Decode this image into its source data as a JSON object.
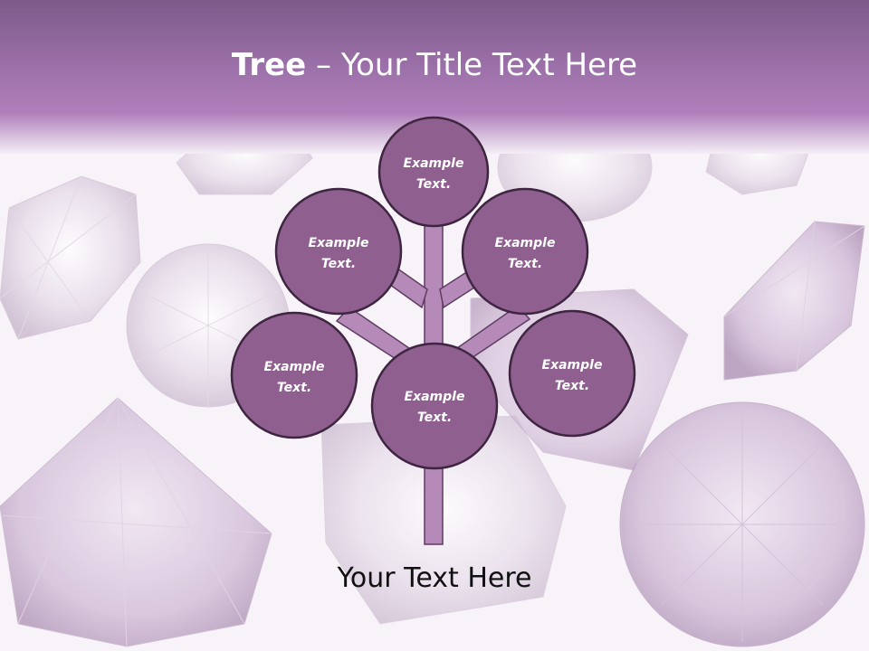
{
  "slide": {
    "title_bold": "Tree",
    "title_rest": " – Your Title Text Here",
    "footer_text": "Your Text Here"
  },
  "nodes": [
    {
      "line1": "Example",
      "line2": "Text."
    },
    {
      "line1": "Example",
      "line2": "Text."
    },
    {
      "line1": "Example",
      "line2": "Text."
    },
    {
      "line1": "Example",
      "line2": "Text."
    },
    {
      "line1": "Example",
      "line2": "Text."
    },
    {
      "line1": "Example",
      "line2": "Text."
    }
  ],
  "colors": {
    "node_fill": "#8e5f8f",
    "node_border": "#3e2540",
    "branch_fill": "#b58ab8",
    "banner": "#9a6fa7"
  }
}
